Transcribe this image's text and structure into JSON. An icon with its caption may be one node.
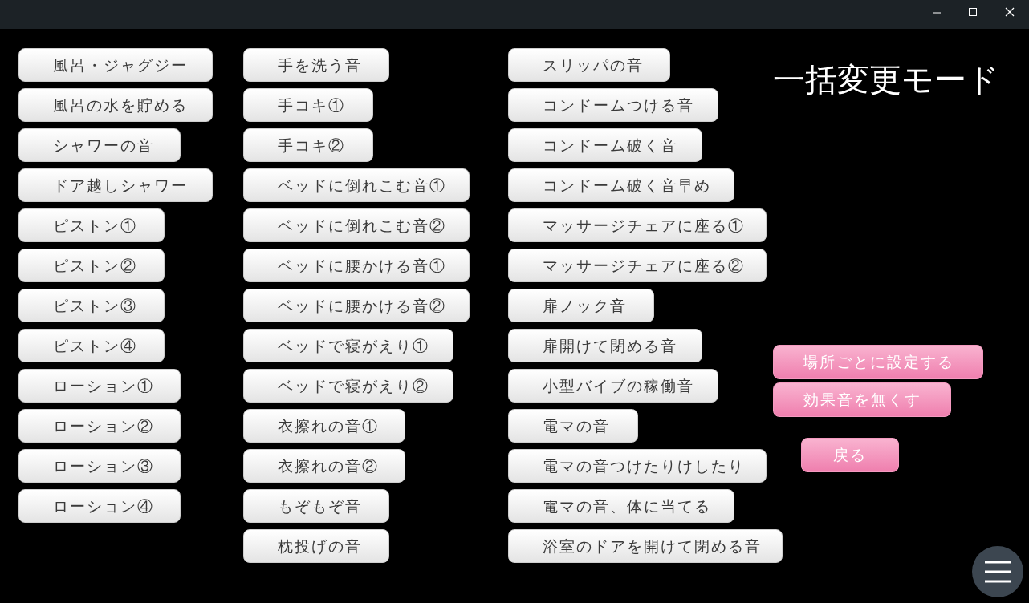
{
  "diagram": {
    "title": "一括変更モード",
    "nodes": [
      {
        "text": [
          "風呂・ジャグジー"
        ]
      },
      {
        "text": [
          "風呂の水を貯める"
        ]
      },
      {
        "text": [
          "シャワーの音"
        ]
      },
      {
        "text": [
          "ドア越しシャワー"
        ]
      },
      {
        "text": [
          "ピストン①"
        ]
      },
      {
        "text": [
          "ピストン②"
        ]
      },
      {
        "text": [
          "ピストン③"
        ]
      },
      {
        "text": [
          "ピストン④"
        ]
      },
      {
        "text": [
          "ローション①"
        ]
      },
      {
        "text": [
          "ローション②"
        ]
      },
      {
        "text": [
          "ローション③"
        ]
      },
      {
        "text": [
          "ローション④"
        ]
      },
      {
        "text": [
          "手を洗う音"
        ]
      },
      {
        "text": [
          "手コキ①"
        ]
      },
      {
        "text": [
          "手コキ②"
        ]
      },
      {
        "text": [
          "ベッドに倒れこむ音①"
        ]
      },
      {
        "text": [
          "ベッドに倒れこむ音②"
        ]
      },
      {
        "text": [
          "ベッドに腰かける音①"
        ]
      },
      {
        "text": [
          "ベッドに腰かける音②"
        ]
      },
      {
        "text": [
          "ベッドで寝がえり①"
        ]
      },
      {
        "text": [
          "ベッドで寝がえり②"
        ]
      },
      {
        "text": [
          "衣擦れの音①"
        ]
      },
      {
        "text": [
          "衣擦れの音②"
        ]
      },
      {
        "text": [
          "もぞもぞ音"
        ]
      },
      {
        "text": [
          "枕投げの音"
        ]
      },
      {
        "text": [
          "スリッパの音"
        ]
      },
      {
        "text": [
          "コンドームつける音"
        ]
      },
      {
        "text": [
          "コンドーム破く音"
        ]
      },
      {
        "text": [
          "コンドーム破く音早め"
        ]
      },
      {
        "text": [
          "マッサージチェアに座る①"
        ]
      },
      {
        "text": [
          "マッサージチェアに座る②"
        ]
      },
      {
        "text": [
          "扉ノック音"
        ]
      },
      {
        "text": [
          "扉開けて閉める音"
        ]
      },
      {
        "text": [
          "小型バイブの稼働音"
        ]
      },
      {
        "text": [
          "電マの音"
        ]
      },
      {
        "text": [
          "電マの音つけたりけしたり"
        ]
      },
      {
        "text": [
          "電マの音、体に当てる"
        ]
      },
      {
        "text": [
          "浴室のドアを開けて閉める音"
        ]
      },
      {
        "text": [
          "場所ごとに設定する"
        ]
      },
      {
        "text": [
          "効果音を無くす"
        ]
      },
      {
        "text": [
          "戻る"
        ]
      },
      {
        "text": [],
        "shape": "circle"
      }
    ],
    "edges": []
  }
}
